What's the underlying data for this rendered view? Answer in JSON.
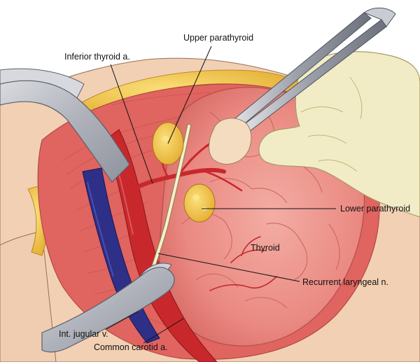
{
  "labels": {
    "upper_parathyroid": "Upper parathyroid",
    "inferior_thyroid_artery": "Inferior thyroid a.",
    "lower_parathyroid": "Lower parathyroid",
    "thyroid": "Thyroid",
    "recurrent_laryngeal_nerve": "Recurrent laryngeal n.",
    "internal_jugular_vein": "Int. jugular v.",
    "common_carotid_artery": "Common carotid a."
  },
  "colors": {
    "muscle": "#e0645f",
    "muscle_dark": "#c24a48",
    "thyroid": "#ec8c84",
    "thyroid_light": "#f4b3aa",
    "artery": "#c8282c",
    "vein": "#2e2f86",
    "nerve": "#f4efcf",
    "fat": "#f5c94a",
    "retractor": "#b9bcc4",
    "glove": "#f2ecc6",
    "skin": "#f3d2b6"
  }
}
